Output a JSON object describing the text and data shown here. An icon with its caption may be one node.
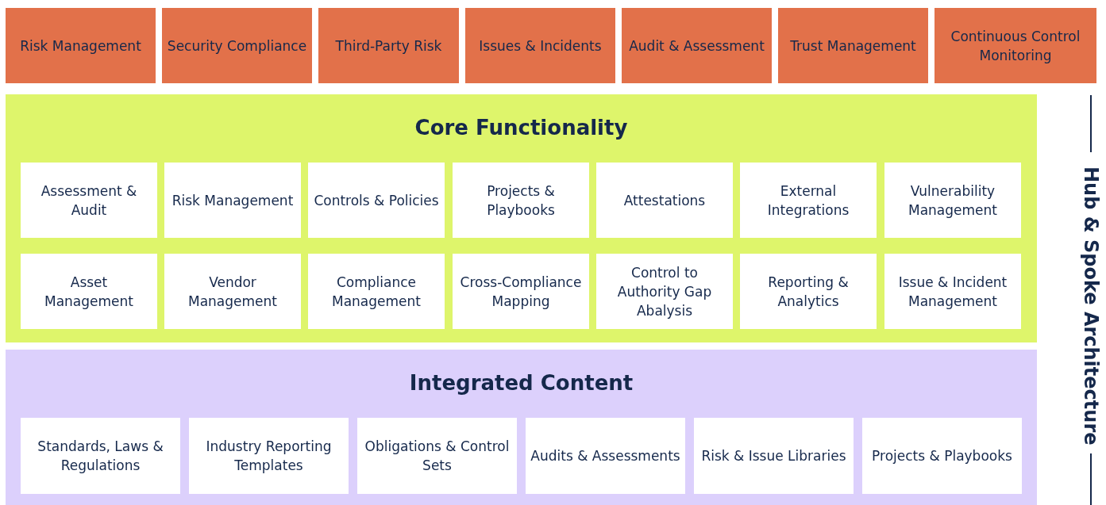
{
  "diagram": {
    "nodes": [
      {
        "text": [
          "Risk Management"
        ]
      },
      {
        "text": [
          "Security Compliance"
        ]
      },
      {
        "text": [
          "Third-Party Risk"
        ]
      },
      {
        "text": [
          "Issues & Incidents"
        ]
      },
      {
        "text": [
          "Audit & Assessment"
        ]
      },
      {
        "text": [
          "Trust Management"
        ]
      },
      {
        "text": [
          "Continuous Control Monitoring"
        ]
      },
      {
        "text": [
          "Core Functionality"
        ]
      },
      {
        "text": [
          "Assessment & Audit"
        ],
        "in": 7
      },
      {
        "text": [
          "Risk Management"
        ],
        "in": 7
      },
      {
        "text": [
          "Controls & Policies"
        ],
        "in": 7
      },
      {
        "text": [
          "Projects & Playbooks"
        ],
        "in": 7
      },
      {
        "text": [
          "Attestations"
        ],
        "in": 7
      },
      {
        "text": [
          "External Integrations"
        ],
        "in": 7
      },
      {
        "text": [
          "Vulnerability Management"
        ],
        "in": 7
      },
      {
        "text": [
          "Asset Management"
        ],
        "in": 7
      },
      {
        "text": [
          "Vendor Management"
        ],
        "in": 7
      },
      {
        "text": [
          "Compliance Management"
        ],
        "in": 7
      },
      {
        "text": [
          "Cross-Compliance Mapping"
        ],
        "in": 7
      },
      {
        "text": [
          "Control to Authority Gap Abalysis"
        ],
        "in": 7
      },
      {
        "text": [
          "Reporting & Analytics"
        ],
        "in": 7
      },
      {
        "text": [
          "Issue & Incident Management"
        ],
        "in": 7
      },
      {
        "text": [
          "Integrated Content"
        ]
      },
      {
        "text": [
          "Standards, Laws & Regulations"
        ],
        "in": 22
      },
      {
        "text": [
          "Industry Reporting Templates"
        ],
        "in": 22
      },
      {
        "text": [
          "Obligations & Control Sets"
        ],
        "in": 22
      },
      {
        "text": [
          "Audits & Assessments"
        ],
        "in": 22
      },
      {
        "text": [
          "Risk & Issue Libraries"
        ],
        "in": 22
      },
      {
        "text": [
          "Projects & Playbooks"
        ],
        "in": 22
      }
    ],
    "edges": [],
    "labels": [
      "Hub & Spoke Architecture"
    ]
  }
}
